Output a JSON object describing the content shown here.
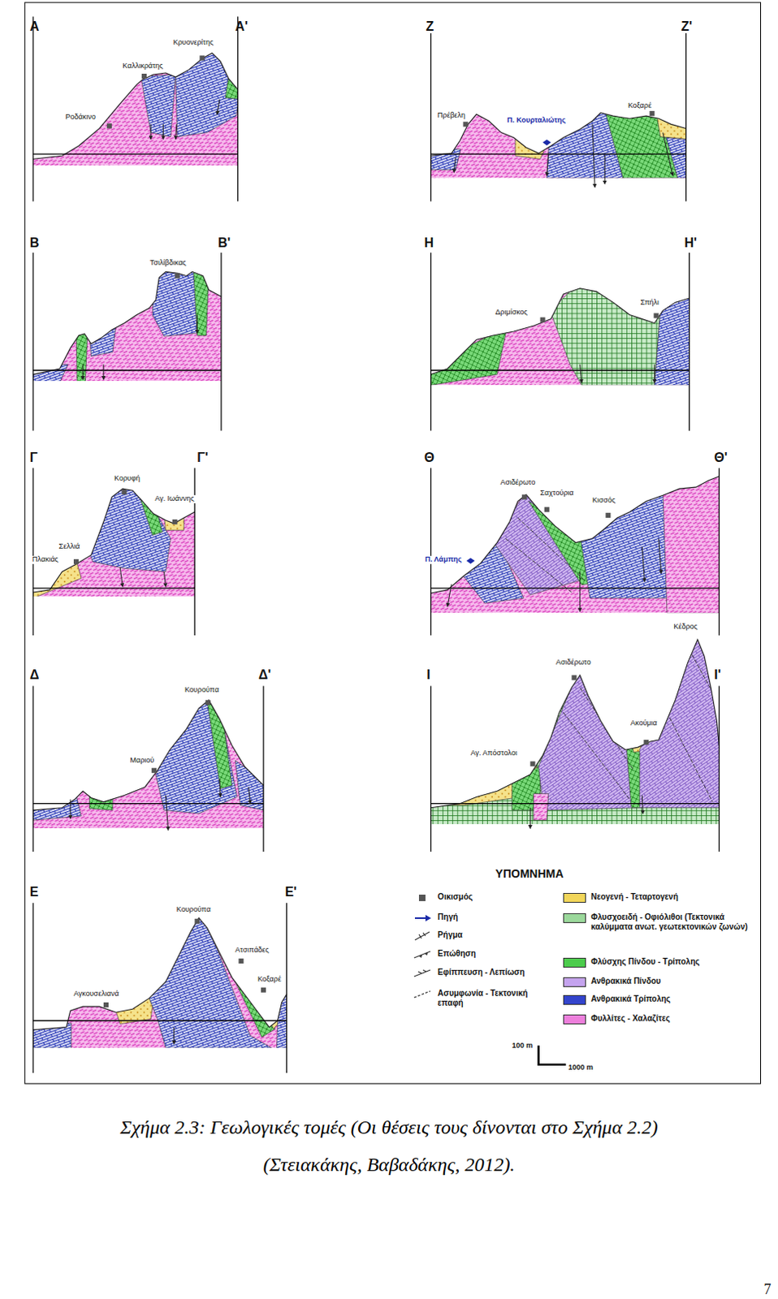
{
  "diagram": {
    "caption": "Σχήμα 2.3: Γεωλογικές τομές (Οι θέσεις τους δίνονται στο Σχήμα 2.2) (Στειακάκης, Βαβαδάκης, 2012).",
    "labels": [
      "Α",
      "Α'",
      "Κρυονερίτης",
      "Καλλικράτης",
      "Ροδάκινο",
      "Ζ",
      "Ζ'",
      "Πρέβελη",
      "Π. Κουρταλιώτης",
      "Κοξαρέ",
      "Β",
      "Β'",
      "Τσιλίβδικας",
      "Η",
      "Η'",
      "Δριμίσκος",
      "Σπήλι",
      "Γ",
      "Γ'",
      "Κορυφή",
      "Αγ. Ιωάννης",
      "Σελλιά",
      "Πλακιάς",
      "Θ",
      "Θ'",
      "Ασιδέρωτο",
      "Σαχτούρια",
      "Κισσός",
      "Π. Λάμπης",
      "Δ",
      "Δ'",
      "Κουρούπα",
      "Μαριού",
      "Ι",
      "Ι'",
      "Ασιδέρωτο",
      "Κέδρος",
      "Ακούμια",
      "Αγ. Απόστολοι",
      "Ε",
      "Ε'",
      "Κουρούπα",
      "Ατσιπάδες",
      "Κοξαρέ",
      "Αγκουσελιανά",
      "ΥΠΟΜΝΗΜΑ",
      "100 m",
      "1000 m",
      "7"
    ],
    "legend": [
      {
        "text": "Οικισμός"
      },
      {
        "text": "Πηγή"
      },
      {
        "text": "Ρήγμα"
      },
      {
        "text": "Επώθηση"
      },
      {
        "text": "Εφίππευση - Λεπίωση"
      },
      {
        "text": "Ασυμφωνία - Τεκτονική επαφή"
      },
      {
        "text": "Νεογενή - Τεταρτογενή",
        "color": "#f2d65a"
      },
      {
        "text": "Φλυσχοειδή - Οφιόλιθοι (Τεκτονικά καλύμματα ανωτ. γεωτεκτονικών ζωνών)",
        "color": "#9bd89b"
      },
      {
        "text": "Φλύσχης Πίνδου - Τρίπολης",
        "color": "#4ccc4c"
      },
      {
        "text": "Ανθρακικά Πίνδου",
        "color": "#c4a3ee"
      },
      {
        "text": "Ανθρακικά Τρίπολης",
        "color": "#3344cc"
      },
      {
        "text": "Φυλλίτες - Χαλαζίτες",
        "color": "#ee7fdc"
      }
    ]
  }
}
